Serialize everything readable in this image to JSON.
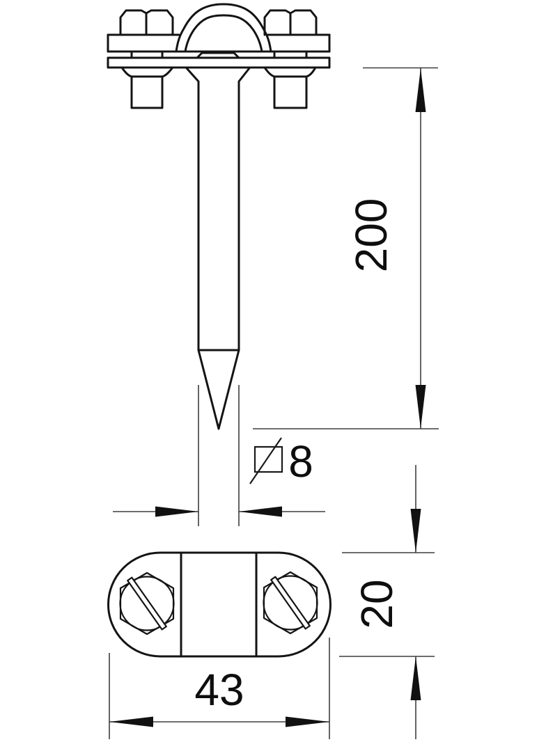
{
  "drawing": {
    "kind": "technical-dimension-drawing",
    "colors": {
      "object_line": "#141414",
      "dimension_line": "#3d3d3d",
      "text": "#0e0e0e",
      "background": "#ffffff"
    },
    "dimensions": {
      "spike_length": {
        "value": "200",
        "orientation": "vertical"
      },
      "rod_square_size": {
        "value": "8",
        "symbol": "square-section"
      },
      "clamp_height": {
        "value": "20",
        "orientation": "vertical"
      },
      "clamp_width": {
        "value": "43",
        "orientation": "horizontal"
      }
    }
  }
}
